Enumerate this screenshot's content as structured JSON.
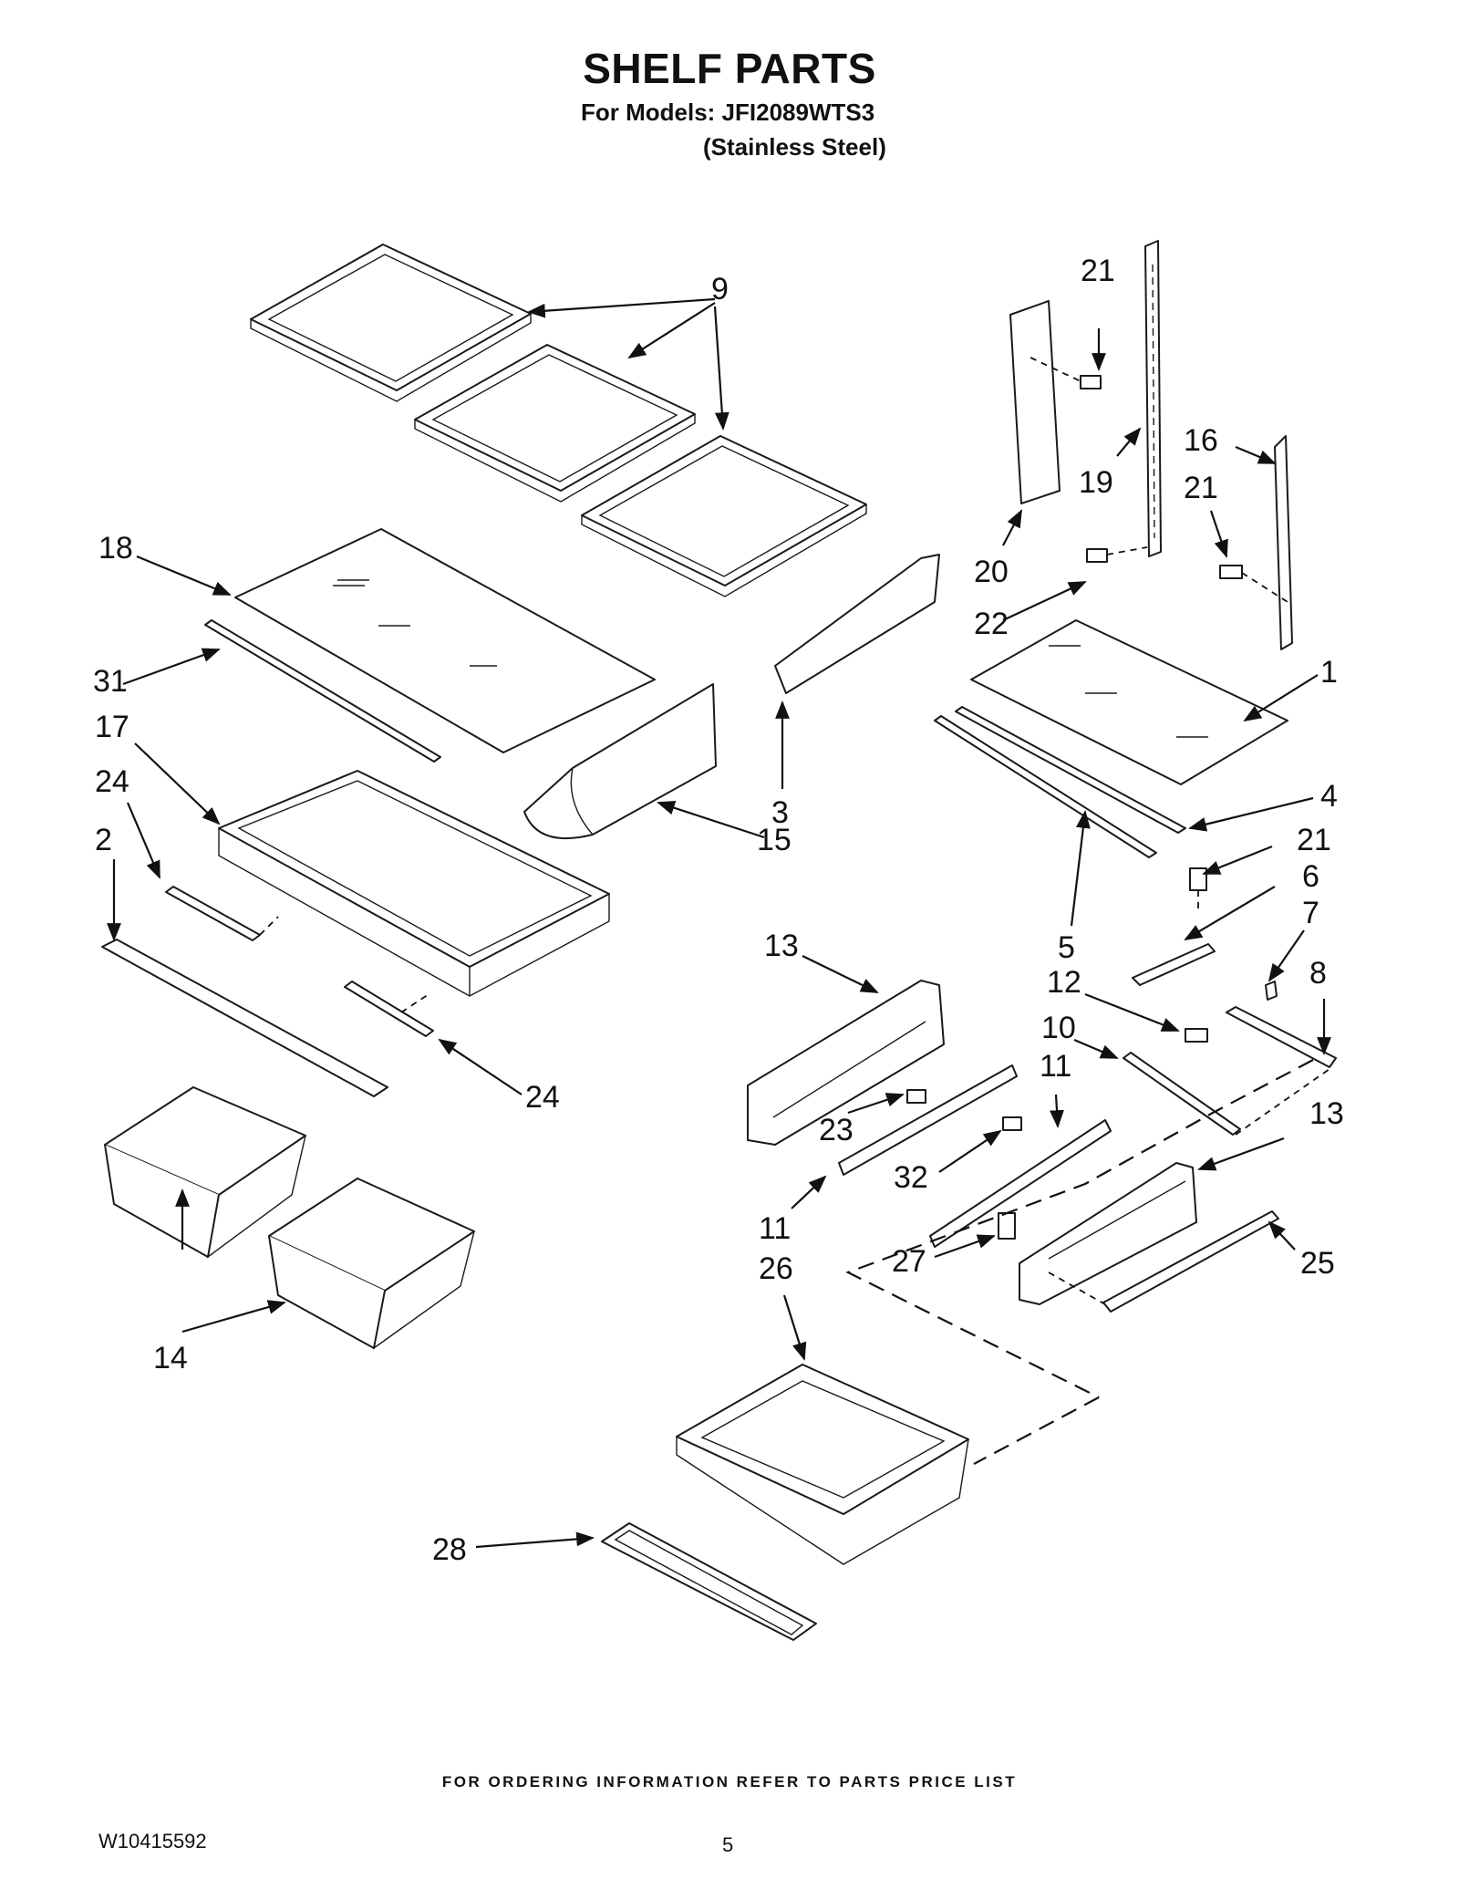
{
  "header": {
    "title": "SHELF PARTS",
    "models_line": "For Models: JFI2089WTS3",
    "finish_line": "(Stainless Steel)"
  },
  "callouts": {
    "p1": "1",
    "p2": "2",
    "p3": "3",
    "p4": "4",
    "p5": "5",
    "p6": "6",
    "p7": "7",
    "p8": "8",
    "p9": "9",
    "p10": "10",
    "p11a": "11",
    "p11b": "11",
    "p12": "12",
    "p13a": "13",
    "p13b": "13",
    "p14": "14",
    "p15": "15",
    "p16": "16",
    "p17": "17",
    "p18": "18",
    "p19": "19",
    "p20": "20",
    "p21a": "21",
    "p21b": "21",
    "p21c": "21",
    "p22": "22",
    "p23": "23",
    "p24a": "24",
    "p24b": "24",
    "p25": "25",
    "p26": "26",
    "p27": "27",
    "p28": "28",
    "p31": "31",
    "p32": "32"
  },
  "footer": {
    "note": "FOR ORDERING INFORMATION REFER TO PARTS PRICE LIST",
    "doc_number": "W10415592",
    "page_number": "5"
  }
}
